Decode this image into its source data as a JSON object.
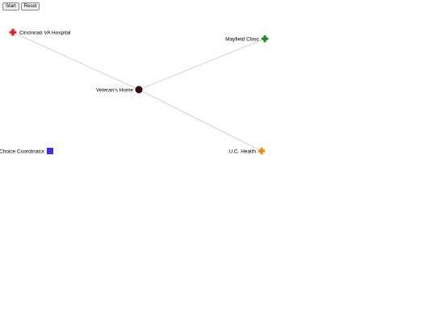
{
  "toolbar": {
    "start_label": "Start",
    "reset_label": "Reset"
  },
  "nodes": [
    {
      "id": "cincinnati-va",
      "label": "Cincinnati VA Hospital",
      "shape": "cross",
      "color": "#e02020",
      "label_side": "right"
    },
    {
      "id": "mayfield",
      "label": "Mayfield Clinic",
      "shape": "cross",
      "color": "#1a8a1a",
      "label_side": "left"
    },
    {
      "id": "veterans-home",
      "label": "Veteran's Home",
      "shape": "circle",
      "color": "#3a0a0a",
      "label_side": "left"
    },
    {
      "id": "choice-coordinator",
      "label": "Choice Coordinator",
      "shape": "square",
      "color": "#3a2ef0",
      "label_side": "left"
    },
    {
      "id": "uc-health",
      "label": "U.C. Health",
      "shape": "cross",
      "color": "#f08a10",
      "label_side": "left"
    }
  ],
  "edges": [
    {
      "from": "veterans-home",
      "to": "cincinnati-va"
    },
    {
      "from": "veterans-home",
      "to": "mayfield"
    },
    {
      "from": "veterans-home",
      "to": "uc-health"
    }
  ]
}
